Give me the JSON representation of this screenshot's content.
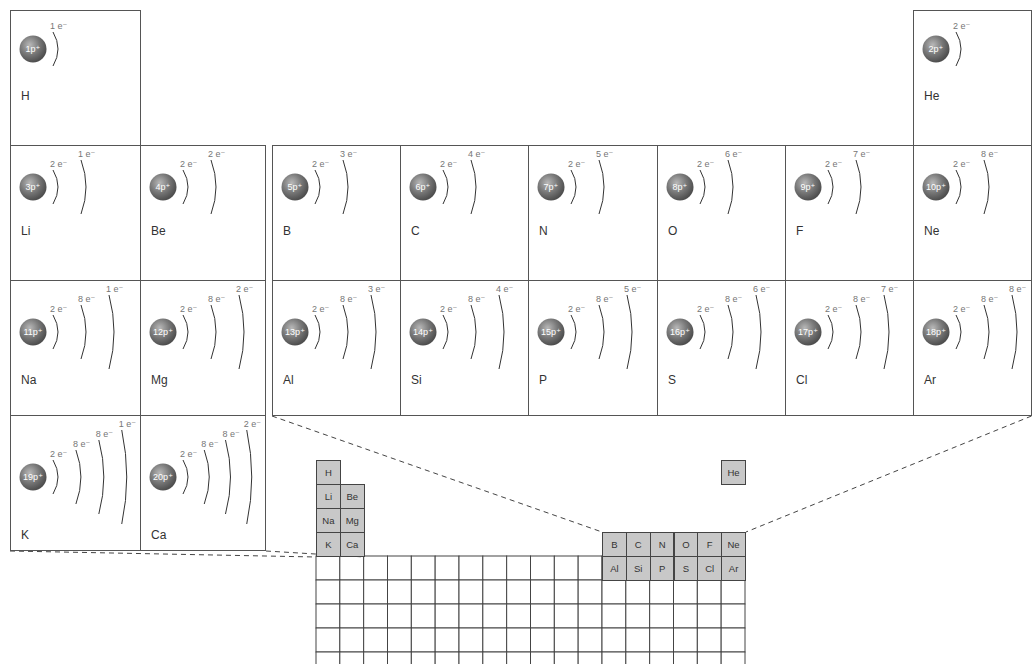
{
  "diagram": {
    "nodes": [
      {
        "text": [
          "1 e⁻",
          "H"
        ]
      },
      {
        "text": [
          "1p⁺"
        ],
        "in": 0
      },
      {
        "text": [
          "2 e⁻",
          "He"
        ]
      },
      {
        "text": [
          "2p⁺"
        ],
        "in": 2
      },
      {
        "text": [
          "2 e⁻",
          "1 e⁻",
          "Li"
        ]
      },
      {
        "text": [
          "3p⁺"
        ],
        "in": 4
      },
      {
        "text": [
          "2 e⁻",
          "2 e⁻",
          "Be"
        ]
      },
      {
        "text": [
          "4p⁺"
        ],
        "in": 6
      },
      {
        "text": [
          "2 e⁻",
          "3 e⁻",
          "B"
        ]
      },
      {
        "text": [
          "5p⁺"
        ],
        "in": 8
      },
      {
        "text": [
          "2 e⁻",
          "4 e⁻",
          "C"
        ]
      },
      {
        "text": [
          "6p⁺"
        ],
        "in": 10
      },
      {
        "text": [
          "2 e⁻",
          "5 e⁻",
          "N"
        ]
      },
      {
        "text": [
          "7p⁺"
        ],
        "in": 12
      },
      {
        "text": [
          "2 e⁻",
          "6 e⁻",
          "O"
        ]
      },
      {
        "text": [
          "8p⁺"
        ],
        "in": 14
      },
      {
        "text": [
          "2 e⁻",
          "7 e⁻",
          "F"
        ]
      },
      {
        "text": [
          "9p⁺"
        ],
        "in": 16
      },
      {
        "text": [
          "2 e⁻",
          "8 e⁻",
          "Ne"
        ]
      },
      {
        "text": [
          "10p⁺"
        ],
        "in": 18
      },
      {
        "text": [
          "2 e⁻",
          "8 e⁻",
          "1 e⁻",
          "Na"
        ]
      },
      {
        "text": [
          "11p⁺"
        ],
        "in": 20
      },
      {
        "text": [
          "2 e⁻",
          "8 e⁻",
          "2 e⁻",
          "Mg"
        ]
      },
      {
        "text": [
          "12p⁺"
        ],
        "in": 22
      },
      {
        "text": [
          "2 e⁻",
          "8 e⁻",
          "3 e⁻",
          "Al"
        ]
      },
      {
        "text": [
          "13p⁺"
        ],
        "in": 24
      },
      {
        "text": [
          "2 e⁻",
          "8 e⁻",
          "4 e⁻",
          "Si"
        ]
      },
      {
        "text": [
          "14p⁺"
        ],
        "in": 26
      },
      {
        "text": [
          "2 e⁻",
          "8 e⁻",
          "5 e⁻",
          "P"
        ]
      },
      {
        "text": [
          "15p⁺"
        ],
        "in": 28
      },
      {
        "text": [
          "2 e⁻",
          "8 e⁻",
          "6 e⁻",
          "S"
        ]
      },
      {
        "text": [
          "16p⁺"
        ],
        "in": 30
      },
      {
        "text": [
          "2 e⁻",
          "8 e⁻",
          "7 e⁻",
          "Cl"
        ]
      },
      {
        "text": [
          "17p⁺"
        ],
        "in": 32
      },
      {
        "text": [
          "2 e⁻",
          "8 e⁻",
          "8 e⁻",
          "Ar"
        ]
      },
      {
        "text": [
          "18p⁺"
        ],
        "in": 34
      },
      {
        "text": [
          "2 e⁻",
          "8 e⁻",
          "8 e⁻",
          "1 e⁻",
          "K"
        ]
      },
      {
        "text": [
          "19p⁺"
        ],
        "in": 36
      },
      {
        "text": [
          "2 e⁻",
          "8 e⁻",
          "8 e⁻",
          "2 e⁻",
          "Ca"
        ]
      },
      {
        "text": [
          "20p⁺"
        ],
        "in": 38
      },
      {
        "text": [
          "H"
        ]
      },
      {
        "text": [
          "He"
        ]
      },
      {
        "text": [
          "Li"
        ]
      },
      {
        "text": [
          "Be"
        ]
      },
      {
        "text": [
          "Na"
        ]
      },
      {
        "text": [
          "Mg"
        ]
      },
      {
        "text": [
          "K"
        ]
      },
      {
        "text": [
          "Ca"
        ]
      },
      {
        "text": [
          "B"
        ]
      },
      {
        "text": [
          "C"
        ]
      },
      {
        "text": [
          "N"
        ]
      },
      {
        "text": [
          "O"
        ]
      },
      {
        "text": [
          "F"
        ]
      },
      {
        "text": [
          "Ne"
        ]
      },
      {
        "text": [
          "Al"
        ]
      },
      {
        "text": [
          "Si"
        ]
      },
      {
        "text": [
          "P"
        ]
      },
      {
        "text": [
          "S"
        ]
      },
      {
        "text": [
          "Cl"
        ]
      },
      {
        "text": [
          "Ar"
        ]
      }
    ],
    "edges": [
      {
        "from": 36,
        "to": 46,
        "arrow": "none"
      },
      {
        "from": 38,
        "to": 47,
        "arrow": "none"
      },
      {
        "from": 24,
        "to": 48,
        "arrow": "none"
      },
      {
        "from": 34,
        "to": 53,
        "arrow": "none"
      }
    ]
  }
}
